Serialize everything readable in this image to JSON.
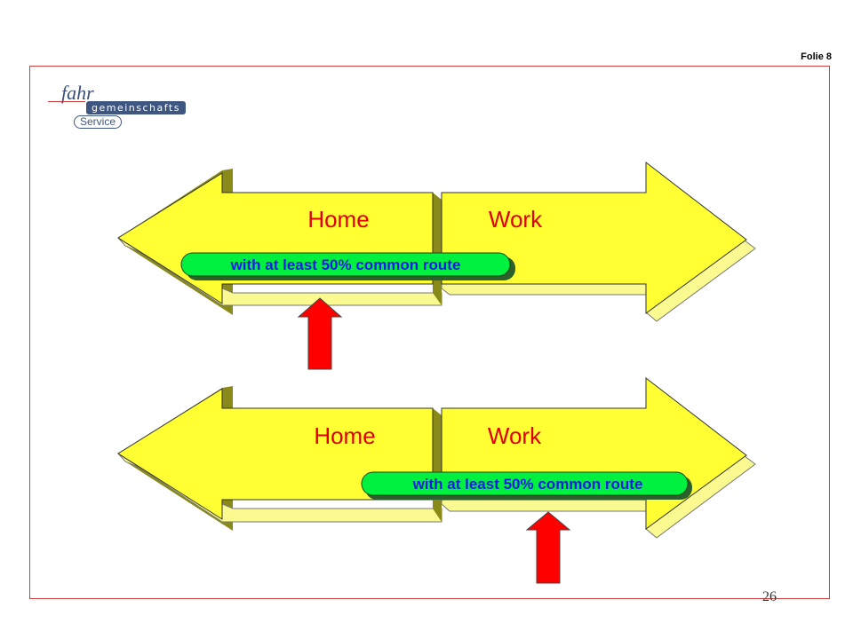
{
  "slide_label": "Folie 8",
  "page_number": "26",
  "logo": {
    "word1": "fahr",
    "word2": "gemeinschafts",
    "word3": "Service"
  },
  "scenarios": [
    {
      "left_label": "Home",
      "right_label": "Work",
      "route_text": "with at least 50% common route"
    },
    {
      "left_label": "Home",
      "right_label": "Work",
      "route_text": "with at least 50% common route"
    }
  ],
  "colors": {
    "arrow_face": "#ffff33",
    "arrow_shadow": "#8a8a1a",
    "arrow_bottom": "#fafa90",
    "pill_face": "#00f040",
    "pill_shadow": "#2b5f2b",
    "pointer": "#ff0000",
    "frame": "#d04040"
  }
}
